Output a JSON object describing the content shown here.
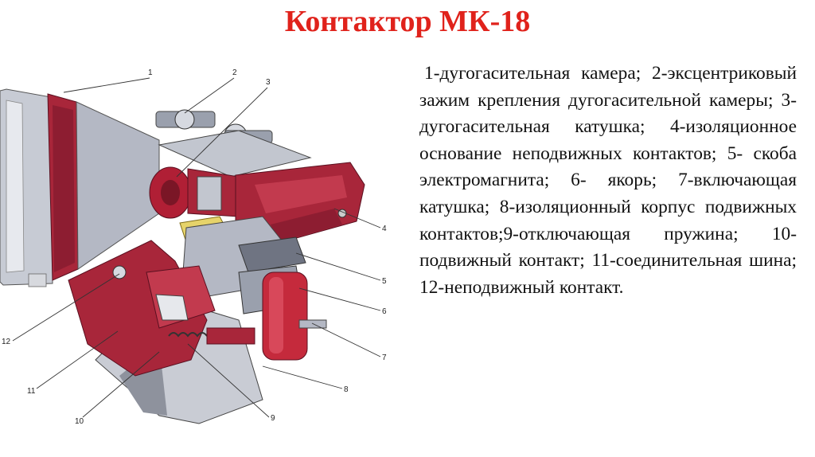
{
  "slide": {
    "title": "Контактор МК-18",
    "legend": "1-дугогасительная камера; 2-эксцентриковый зажим крепления дугогасительной камеры; 3-дугогасительная катушка; 4-изоляционное основание неподвижных контактов; 5- скоба электромагнита; 6- якорь; 7-включающая катушка; 8-изоляционный корпус подвижных контактов;9-отключающая пружина; 10- подвижный контакт; 11-соединительная шина; 12-неподвижный контакт."
  },
  "figure": {
    "callouts": [
      "1",
      "2",
      "3",
      "4",
      "5",
      "6",
      "7",
      "8",
      "9",
      "10",
      "11",
      "12"
    ],
    "colors": {
      "red": "#a8263a",
      "dark_red": "#7a1626",
      "grey": "#b4b8c4",
      "dark_grey": "#6f7482",
      "yellow": "#e6d36a"
    }
  }
}
